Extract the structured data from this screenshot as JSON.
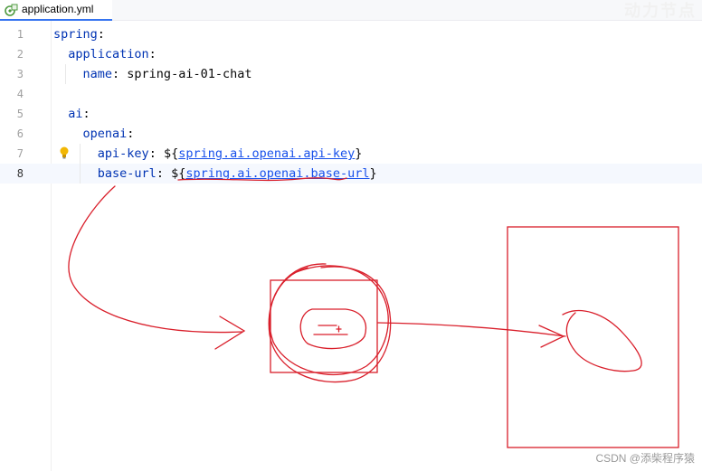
{
  "tab": {
    "label": "application.yml",
    "icon": "yaml-file-icon"
  },
  "watermark_top": "动力节点",
  "line_numbers": [
    "1",
    "2",
    "3",
    "4",
    "5",
    "6",
    "7",
    "8"
  ],
  "code": {
    "l1_key": "spring",
    "l2_key": "application",
    "l3_key": "name",
    "l3_val": "spring-ai-01-chat",
    "l5_key": "ai",
    "l6_key": "openai",
    "l7_key": "api-key",
    "l7_prefix": "${",
    "l7_ref": "spring.ai.openai.api-key",
    "l7_suffix": "}",
    "l8_key": "base-url",
    "l8_prefix": "${",
    "l8_ref": "spring.ai.openai.base-url",
    "l8_suffix": "}"
  },
  "footer_watermark": "CSDN @添柴程序猿",
  "colors": {
    "key": "#0033b3",
    "placeholder": "#1750eb",
    "annotation": "#d91e2a",
    "tab_underline": "#3574f0"
  }
}
